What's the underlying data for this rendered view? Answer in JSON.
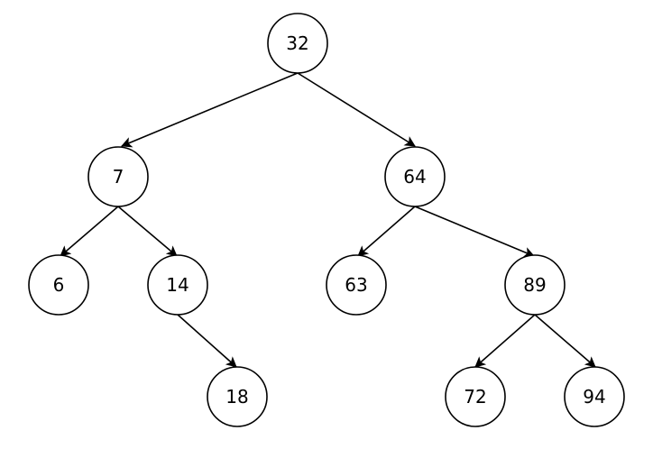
{
  "nodes": [
    {
      "id": "n32",
      "label": "32"
    },
    {
      "id": "n7",
      "label": "7"
    },
    {
      "id": "n64",
      "label": "64"
    },
    {
      "id": "n6",
      "label": "6"
    },
    {
      "id": "n14",
      "label": "14"
    },
    {
      "id": "n63",
      "label": "63"
    },
    {
      "id": "n89",
      "label": "89"
    },
    {
      "id": "n18",
      "label": "18"
    },
    {
      "id": "n72",
      "label": "72"
    },
    {
      "id": "n94",
      "label": "94"
    }
  ],
  "edges": [
    {
      "from": "n32",
      "to": "n7"
    },
    {
      "from": "n32",
      "to": "n64"
    },
    {
      "from": "n7",
      "to": "n6"
    },
    {
      "from": "n7",
      "to": "n14"
    },
    {
      "from": "n14",
      "to": "n18"
    },
    {
      "from": "n64",
      "to": "n63"
    },
    {
      "from": "n64",
      "to": "n89"
    },
    {
      "from": "n89",
      "to": "n72"
    },
    {
      "from": "n89",
      "to": "n94"
    }
  ]
}
